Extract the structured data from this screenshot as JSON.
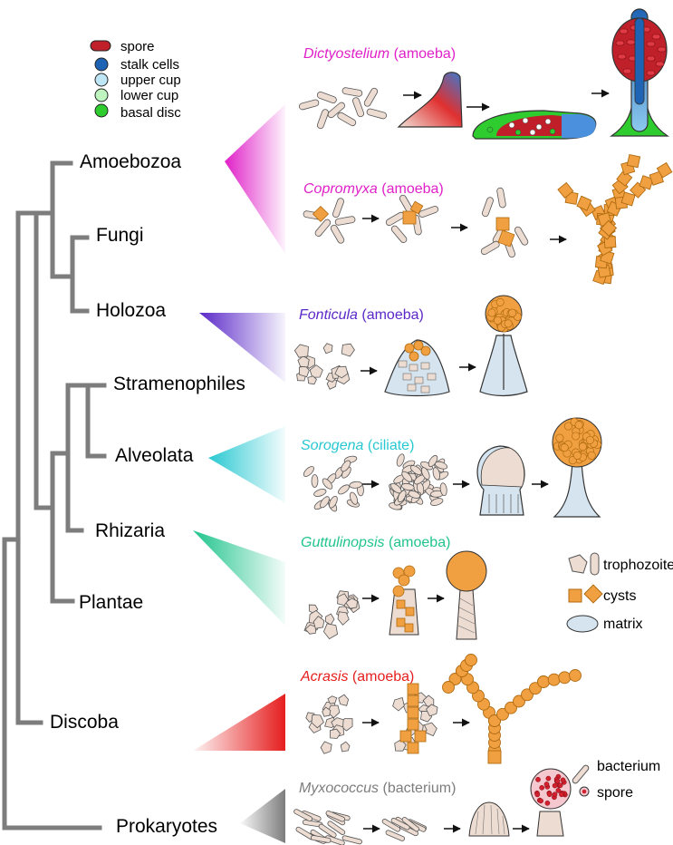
{
  "legend_top": [
    {
      "name": "spore",
      "color": "#c0202a"
    },
    {
      "name": "stalk cells",
      "color": "#1f64b4"
    },
    {
      "name": "upper cup",
      "color": "#bfe6f4"
    },
    {
      "name": "lower cup",
      "color": "#bff5bf"
    },
    {
      "name": "basal disc",
      "color": "#2ecc2e"
    }
  ],
  "legend_right": [
    "trophozoites",
    "cysts",
    "matrix"
  ],
  "legend_bottom": [
    "bacterium",
    "spore"
  ],
  "taxa": [
    {
      "id": "amoebozoa",
      "name": "Amoebozoa",
      "color": "#e020c8"
    },
    {
      "id": "fungi",
      "name": "Fungi",
      "color": "#8a2ec8"
    },
    {
      "id": "holozoa",
      "name": "Holozoa",
      "color": "#5a28c8"
    },
    {
      "id": "stramenophiles",
      "name": "Stramenophiles",
      "color": "#2a9ee0"
    },
    {
      "id": "alveolata",
      "name": "Alveolata",
      "color": "#28c8d2"
    },
    {
      "id": "rhizaria",
      "name": "Rhizaria",
      "color": "#20c48c"
    },
    {
      "id": "plantae",
      "name": "Plantae",
      "color": "#7ca82a"
    },
    {
      "id": "discoba",
      "name": "Discoba",
      "color": "#e61e1e"
    },
    {
      "id": "prokaryotes",
      "name": "Prokaryotes",
      "color": "#7d7d7d"
    }
  ],
  "organisms": [
    {
      "id": "dictyostelium",
      "genus": "Dictyostelium",
      "type": "(amoeba)",
      "color": "#e020c8"
    },
    {
      "id": "copromyxa",
      "genus": "Copromyxa",
      "type": "(amoeba)",
      "color": "#e020c8"
    },
    {
      "id": "fonticula",
      "genus": "Fonticula",
      "type": "(amoeba)",
      "color": "#5a28c8"
    },
    {
      "id": "sorogena",
      "genus": "Sorogena",
      "type": "(ciliate)",
      "color": "#28c8d2"
    },
    {
      "id": "guttulinopsis",
      "genus": "Guttulinopsis",
      "type": "(amoeba)",
      "color": "#20c48c"
    },
    {
      "id": "acrasis",
      "genus": "Acrasis",
      "type": "(amoeba)",
      "color": "#e61e1e"
    },
    {
      "id": "myxococcus",
      "genus": "Myxococcus",
      "type": "(bacterium)",
      "color": "#7d7d7d"
    }
  ]
}
